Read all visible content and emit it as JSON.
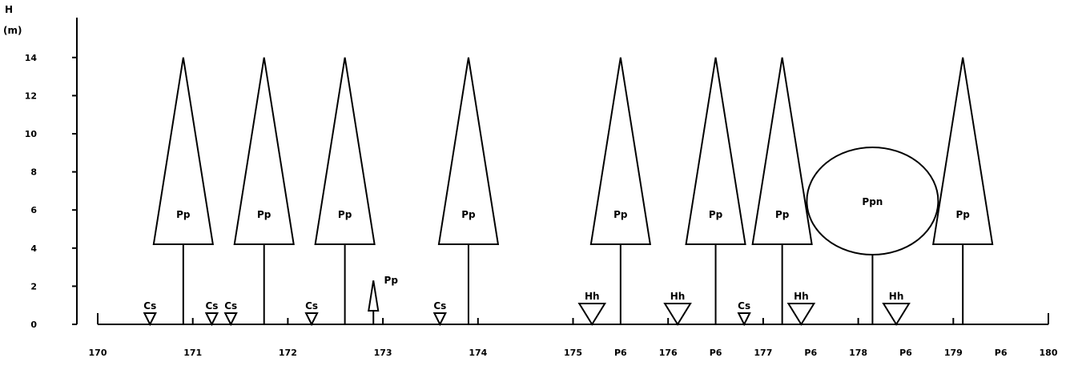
{
  "axis": {
    "y_title": "H",
    "y_unit": "(m)",
    "y_ticks": [
      "0",
      "2",
      "4",
      "6",
      "8",
      "10",
      "12",
      "14"
    ],
    "x_ticks": [
      "170",
      "171",
      "172",
      "173",
      "174",
      "175",
      "176",
      "177",
      "178",
      "179",
      "180"
    ],
    "x_markers": [
      "P6",
      "P6",
      "P6",
      "P6",
      "P6"
    ]
  },
  "plants": {
    "tall_trees": [
      {
        "label": "Pp",
        "position_m": 170.9,
        "height_m": 14
      },
      {
        "label": "Pp",
        "position_m": 171.75,
        "height_m": 14
      },
      {
        "label": "Pp",
        "position_m": 172.6,
        "height_m": 14
      },
      {
        "label": "Pp",
        "position_m": 173.9,
        "height_m": 14
      },
      {
        "label": "Pp",
        "position_m": 175.5,
        "height_m": 14
      },
      {
        "label": "Pp",
        "position_m": 176.5,
        "height_m": 14
      },
      {
        "label": "Pp",
        "position_m": 177.2,
        "height_m": 14
      },
      {
        "label": "Pp",
        "position_m": 179.1,
        "height_m": 14
      }
    ],
    "round_tree": {
      "label": "Ppn",
      "position_m": 178.15,
      "height_m": 9.2
    },
    "sapling": {
      "label": "Pp",
      "position_m": 172.9,
      "height_m": 2.3
    },
    "shrubs": [
      {
        "label": "Cs",
        "position_m": 170.55
      },
      {
        "label": "Cs",
        "position_m": 171.2
      },
      {
        "label": "Cs",
        "position_m": 171.4
      },
      {
        "label": "Cs",
        "position_m": 172.25
      },
      {
        "label": "Cs",
        "position_m": 173.6
      },
      {
        "label": "Hh",
        "position_m": 175.2
      },
      {
        "label": "Hh",
        "position_m": 176.1
      },
      {
        "label": "Cs",
        "position_m": 176.8
      },
      {
        "label": "Hh",
        "position_m": 177.4
      },
      {
        "label": "Hh",
        "position_m": 178.4
      }
    ]
  }
}
